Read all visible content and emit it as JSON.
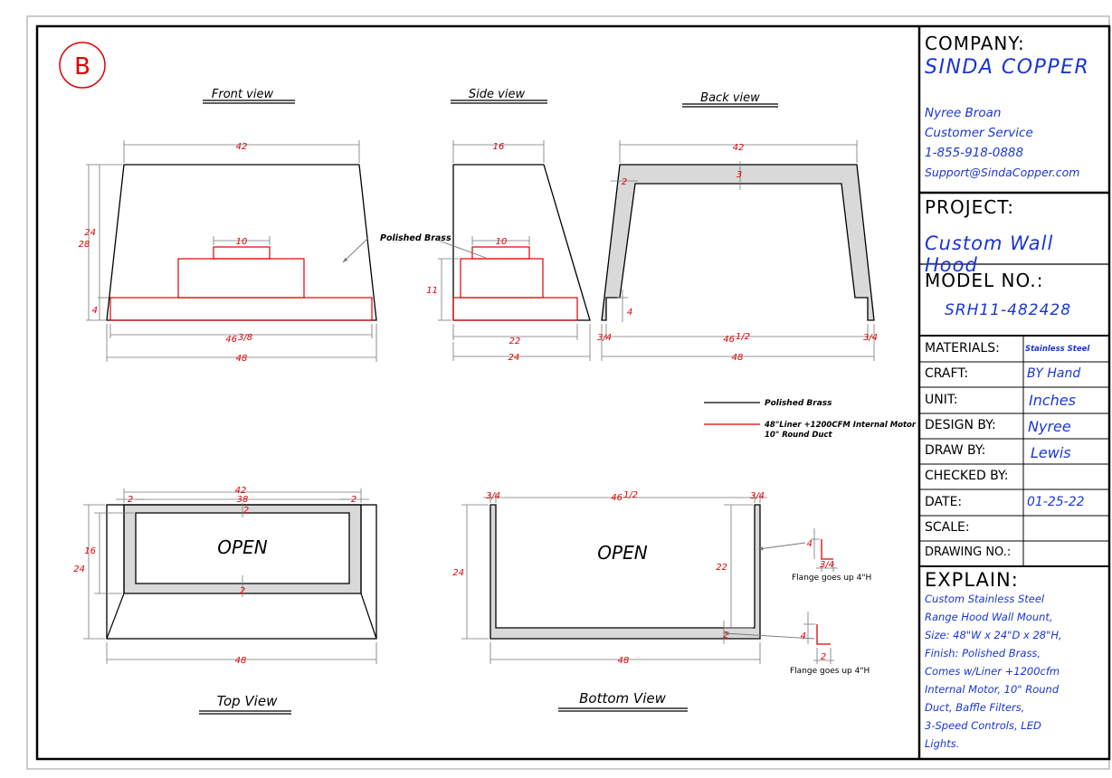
{
  "badge": "B",
  "views": {
    "front": "Front view",
    "side": "Side view",
    "back": "Back view",
    "top": "Top View",
    "bottom": "Bottom View"
  },
  "dims": {
    "f42": "42",
    "f24": "24",
    "f28": "28",
    "f4": "4",
    "f10": "10",
    "f468": "46",
    "f468frac": "3/8",
    "f48": "48",
    "s16": "16",
    "s10": "10",
    "s11": "11",
    "s22": "22",
    "s24": "24",
    "b42": "42",
    "b3": "3",
    "b2": "2",
    "b4": "4",
    "b34l": "3/4",
    "b465": "46",
    "b465frac": "1/2",
    "b34r": "3/4",
    "b48": "48",
    "t42": "42",
    "t38": "38",
    "t2l": "2",
    "t2r": "2",
    "t16": "16",
    "t24": "24",
    "t2a": "2",
    "t2b": "2",
    "t48": "48",
    "m34l": "3/4",
    "m465": "46",
    "m465frac": "1/2",
    "m34r": "3/4",
    "m24": "24",
    "m22": "22",
    "m2": "2",
    "m48": "48",
    "d4a": "4",
    "d34": "3/4",
    "d4b": "4",
    "d2": "2"
  },
  "annotations": {
    "polished_brass": "Polished Brass",
    "open_top": "OPEN",
    "open_bottom": "OPEN",
    "flange1": "Flange goes up 4\"H",
    "flange2": "Flange goes up 4\"H"
  },
  "legend": {
    "black_label": "Polished Brass",
    "red_label_1": "48\"Liner +1200CFM Internal Motor",
    "red_label_2": "10\" Round Duct"
  },
  "title_block": {
    "company_label": "COMPANY:",
    "company_name": "SINDA COPPER",
    "contact_name": "Nyree Broan",
    "contact_role": "Customer Service",
    "contact_phone": "1-855-918-0888",
    "contact_email": "Support@SindaCopper.com",
    "project_label": "PROJECT:",
    "project_name": "Custom Wall Hood",
    "model_label": "MODEL NO.:",
    "model_value": "SRH11-482428",
    "rows": [
      {
        "label": "MATERIALS:",
        "value": "Stainless Steel"
      },
      {
        "label": "CRAFT:",
        "value": "BY Hand"
      },
      {
        "label": "UNIT:",
        "value": "Inches"
      },
      {
        "label": "DESIGN BY:",
        "value": "Nyree"
      },
      {
        "label": "DRAW BY:",
        "value": "Lewis"
      },
      {
        "label": "CHECKED BY:",
        "value": ""
      },
      {
        "label": "DATE:",
        "value": "01-25-22"
      },
      {
        "label": "SCALE:",
        "value": ""
      },
      {
        "label": "DRAWING NO.:",
        "value": ""
      }
    ],
    "explain_label": "EXPLAIN:",
    "explain_lines": [
      "Custom Stainless Steel",
      "Range Hood Wall Mount,",
      "Size: 48\"W x 24\"D x 28\"H,",
      "Finish: Polished Brass,",
      "Comes w/Liner +1200cfm",
      "Internal Motor, 10\" Round",
      "Duct, Baffle Filters,",
      "3-Speed Controls, LED",
      "Lights."
    ]
  },
  "colors": {
    "red": "#e00000",
    "blue": "#1a35d6",
    "fill": "#d9d9d9"
  }
}
